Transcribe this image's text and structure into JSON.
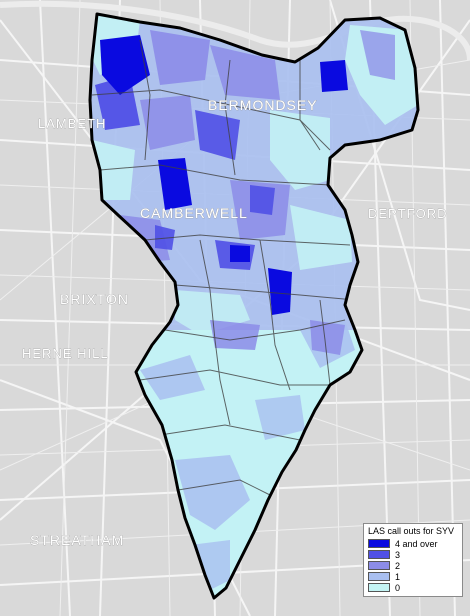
{
  "map": {
    "place_labels": [
      {
        "id": "lambeth",
        "text": "LAMBETH"
      },
      {
        "id": "bermondsey",
        "text": "BERMONDSEY"
      },
      {
        "id": "camberwell",
        "text": "CAMBERWELL"
      },
      {
        "id": "deptford",
        "text": "DEPTFORD"
      },
      {
        "id": "brixton",
        "text": "BRIXTON"
      },
      {
        "id": "herne-hill",
        "text": "HERNE HILL"
      },
      {
        "id": "streatham",
        "text": "STREATHAM"
      }
    ],
    "colors": {
      "background": "#d9d9d9",
      "road": "#f7f7f7",
      "boundary": "#000000",
      "class_0": "#c4f4f4",
      "class_1": "#a9bff0",
      "class_2": "#8c8ce8",
      "class_3": "#5050e6",
      "class_4": "#0a0ae0"
    }
  },
  "legend": {
    "title": "LAS call outs for SYV",
    "classes": [
      {
        "label": "4 and over",
        "color": "#0a0ae0"
      },
      {
        "label": "3",
        "color": "#5050e6"
      },
      {
        "label": "2",
        "color": "#8c8ce8"
      },
      {
        "label": "1",
        "color": "#a9bff0"
      },
      {
        "label": "0",
        "color": "#c4f4f4"
      }
    ]
  }
}
